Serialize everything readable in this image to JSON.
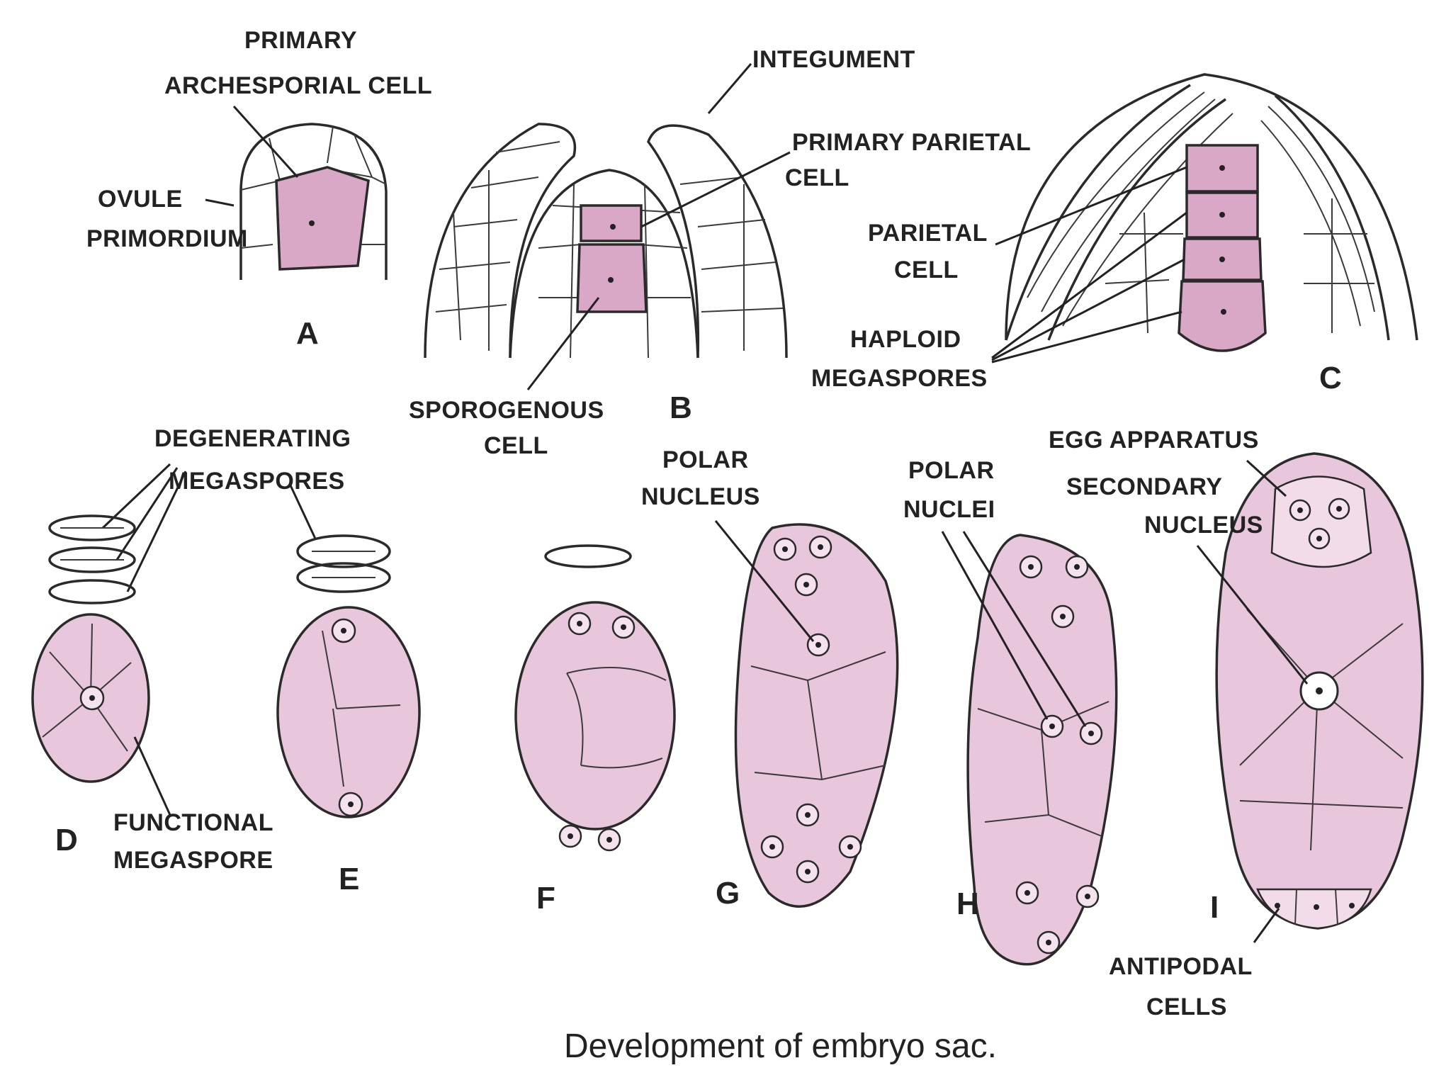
{
  "figure": {
    "caption": "Development of embryo sac.",
    "panels": [
      "A",
      "B",
      "C",
      "D",
      "E",
      "F",
      "G",
      "H",
      "I"
    ],
    "labels": {
      "primary_archesporial_cell": [
        "PRIMARY",
        "ARCHESPORIAL CELL"
      ],
      "ovule_primordium": [
        "OVULE",
        "PRIMORDIUM"
      ],
      "integument": [
        "INTEGUMENT"
      ],
      "primary_parietal_cell": [
        "PRIMARY PARIETAL",
        "CELL"
      ],
      "sporogenous_cell": [
        "SPOROGENOUS",
        "CELL"
      ],
      "parietal_cell": [
        "PARIETAL",
        "CELL"
      ],
      "haploid_megaspores": [
        "HAPLOID",
        "MEGASPORES"
      ],
      "degenerating_megaspores": [
        "DEGENERATING",
        "MEGASPORES"
      ],
      "functional_megaspore": [
        "FUNCTIONAL",
        "MEGASPORE"
      ],
      "polar_nucleus": [
        "POLAR",
        "NUCLEUS"
      ],
      "polar_nuclei": [
        "POLAR",
        "NUCLEI"
      ],
      "egg_apparatus": [
        "EGG APPARATUS"
      ],
      "secondary_nucleus": [
        "SECONDARY",
        "NUCLEUS"
      ],
      "antipodal_cells": [
        "ANTIPODAL",
        "CELLS"
      ]
    }
  },
  "colors": {
    "cytoplasm": "#e8c6dc",
    "cytoplasm_dark": "#d9a8c6",
    "ink": "#222222",
    "background": "#ffffff"
  }
}
